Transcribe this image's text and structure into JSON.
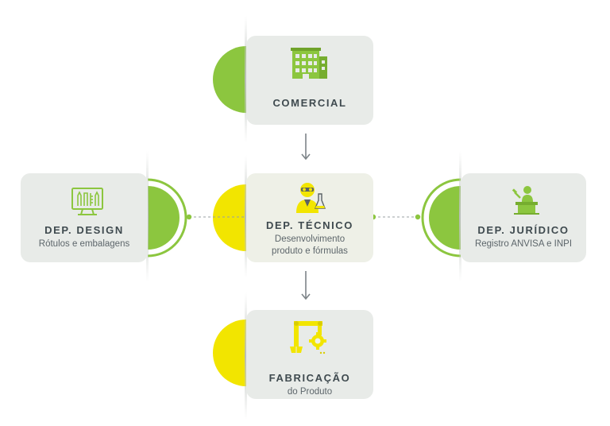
{
  "nodes": {
    "comercial": {
      "title": "COMERCIAL",
      "icon": "building-icon",
      "accent": "#8cc63f"
    },
    "design": {
      "title": "DEP. DESIGN",
      "subtitle": "Rótulos e embalagens",
      "icon": "design-monitor-icon",
      "accent": "#8cc63f"
    },
    "tecnico": {
      "title": "DEP. TÉCNICO",
      "subtitle_line1": "Desenvolvimento",
      "subtitle_line2": "produto e fórmulas",
      "icon": "scientist-icon",
      "accent": "#f2e500"
    },
    "juridico": {
      "title": "DEP. JURÍDICO",
      "subtitle": "Registro ANVISA e INPI",
      "icon": "judge-podium-icon",
      "accent": "#8cc63f"
    },
    "fabricacao": {
      "title": "FABRICAÇÃO",
      "subtitle": "do Produto",
      "icon": "robot-arm-icon",
      "accent": "#f2e500"
    }
  },
  "colors": {
    "green": "#8cc63f",
    "yellow": "#f2e500",
    "card": "#e8ebe8",
    "text": "#3f4a4f",
    "arrow": "#7d8488"
  }
}
